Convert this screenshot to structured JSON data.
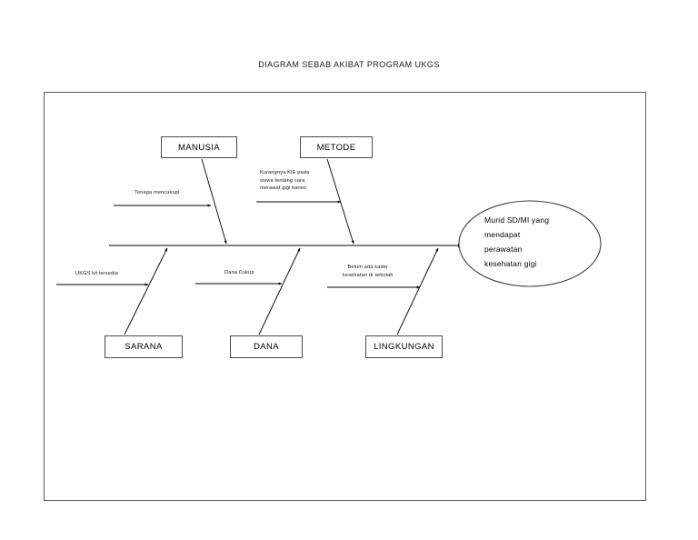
{
  "document": {
    "title": "DIAGRAM SEBAB AKIBAT PROGRAM UKGS"
  },
  "diagram": {
    "type": "fishbone",
    "effect": {
      "label": "Murid  SD/MI  yang\nmendapat\nperawatan\nkesehatan gigi",
      "shape": "ellipse"
    },
    "categories": [
      {
        "id": "manusia",
        "label": "MANUSIA",
        "position": "top"
      },
      {
        "id": "metode",
        "label": "METODE",
        "position": "top"
      },
      {
        "id": "sarana",
        "label": "SARANA",
        "position": "bottom"
      },
      {
        "id": "dana",
        "label": "DANA",
        "position": "bottom"
      },
      {
        "id": "lingkungan",
        "label": "LINGKUNGAN",
        "position": "bottom"
      }
    ],
    "causes": [
      {
        "id": "tenaga",
        "category": "manusia",
        "label": "Tenaga mencukupi"
      },
      {
        "id": "kie",
        "category": "metode",
        "label": "Kurangnya KIE pada\nsiswa tentang cara\nmerawat gigi karies"
      },
      {
        "id": "ukgs-kit",
        "category": "sarana",
        "label": "UKGS kit tersedia"
      },
      {
        "id": "dana-cukup",
        "category": "dana",
        "label": "Dana Cukup"
      },
      {
        "id": "kader",
        "category": "lingkungan",
        "label": "Belum ada kader\nkesehatan di sekolah"
      }
    ],
    "colors": {
      "frame_stroke": "#5a5a5a",
      "box_stroke": "#4a4a4a",
      "line_stroke": "#000000",
      "background": "#ffffff",
      "text": "#000000"
    }
  }
}
